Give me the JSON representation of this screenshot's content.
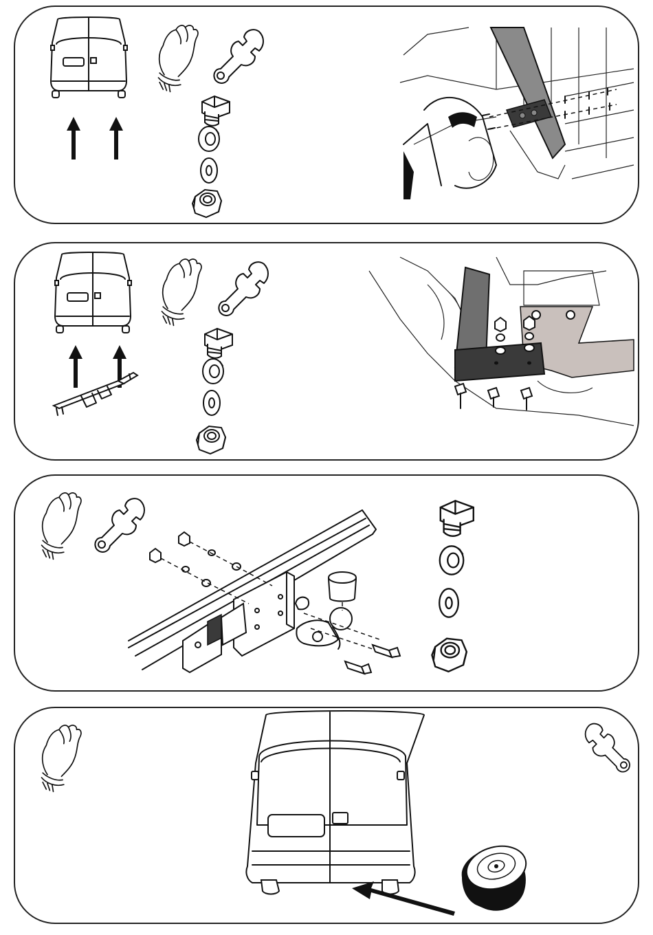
{
  "document": {
    "type": "tow-bar installation diagram",
    "steps": [
      {
        "id": "step-1",
        "icons": [
          "van-rear-icon",
          "glove-icon",
          "wrench-icon",
          "bolt-icon",
          "spring-washer-icon",
          "flat-washer-icon",
          "hex-nut-icon"
        ],
        "arrows": 2
      },
      {
        "id": "step-2",
        "icons": [
          "van-rear-icon",
          "towbar-frame-icon",
          "glove-icon",
          "wrench-icon",
          "bolt-icon",
          "spring-washer-icon",
          "flat-washer-icon",
          "hex-nut-icon"
        ],
        "arrows": 2
      },
      {
        "id": "step-3",
        "icons": [
          "glove-icon",
          "wrench-icon",
          "bolt-icon",
          "spring-washer-icon",
          "flat-washer-icon",
          "hex-nut-icon",
          "towball-icon"
        ]
      },
      {
        "id": "step-4",
        "icons": [
          "glove-icon",
          "van-rear-icon",
          "wrench-icon",
          "spare-wheel-icon"
        ],
        "arrows": 1
      }
    ]
  },
  "colors": {
    "outline": "#111111",
    "bracket_fill": "#8a8a8a",
    "frame_fill": "#c9c0bc",
    "dark_plate": "#3a3a3a",
    "background": "#ffffff"
  }
}
